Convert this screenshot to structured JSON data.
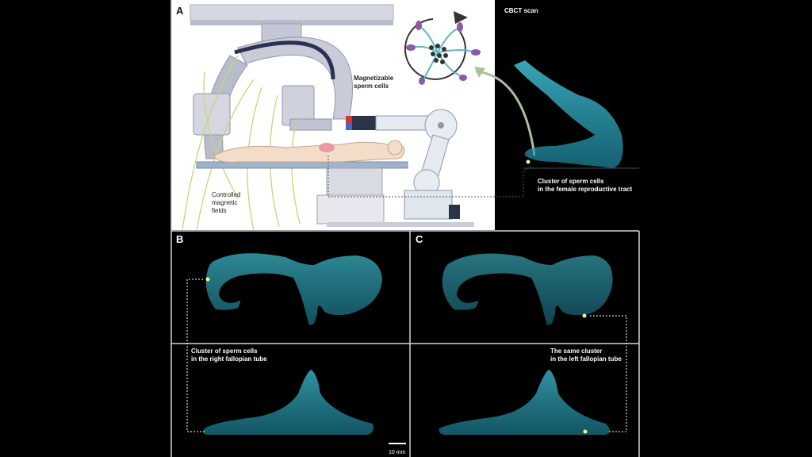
{
  "panels": {
    "a": {
      "letter": "A"
    },
    "b": {
      "letter": "B"
    },
    "c": {
      "letter": "C"
    }
  },
  "labels": {
    "cbct_title": "CBCT scan",
    "magnetizable_line1": "Magnetizable",
    "magnetizable_line2": "sperm cells",
    "controlled_line1": "Controlled",
    "controlled_line2": "magnetic",
    "controlled_line3": "fields",
    "cluster_tract_line1": "Cluster of sperm cells",
    "cluster_tract_line2": "in  the female reproductive tract",
    "cluster_right_line1": "Cluster of sperm cells",
    "cluster_right_line2": "in the right fallopian tube",
    "cluster_left_line1": "The same cluster",
    "cluster_left_line2": "in the left fallopian tube",
    "scale_bar": "10 mm"
  },
  "colors": {
    "uterus": "#35c9e0",
    "cluster": "#f2f58a",
    "field_lines": "#c8d47a",
    "background": "#000000",
    "panel_a_bg": "#ffffff"
  }
}
